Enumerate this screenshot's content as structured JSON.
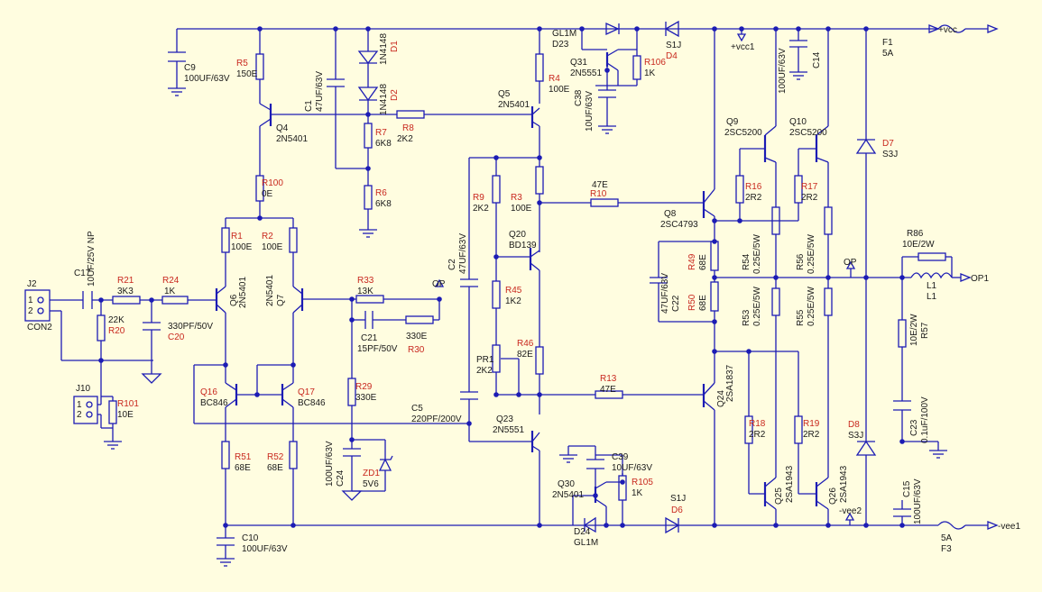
{
  "labels": {
    "vcc": "+vcc",
    "vcc1": "+vcc1",
    "vee1": "-vee1",
    "vee2": "-vee2",
    "op": "OP",
    "op1": "OP1",
    "J2": "J2",
    "CON2": "CON2",
    "J10": "J10",
    "pin1": "1",
    "pin2": "2",
    "C17": "C17",
    "C17v": "10UF/25V NP",
    "R21": "R21",
    "R21v": "3K3",
    "R24": "R24",
    "R24v": "1K",
    "R20": "R20",
    "R20v": "22K",
    "C20": "C20",
    "C20v": "330PF/50V",
    "R101": "R101",
    "R101v": "10E",
    "C9": "C9",
    "C9v": "100UF/63V",
    "R5": "R5",
    "R5v": "150E",
    "C1": "C1",
    "C1v": "47UF/63V",
    "D1": "D1",
    "D1v": "1N4148",
    "D2": "D2",
    "D2v": "1N4148",
    "R8": "R8",
    "R8v": "2K2",
    "R7": "R7",
    "R7v": "6K8",
    "R6": "R6",
    "R6v": "6K8",
    "Q4": "Q4",
    "Q4v": "2N5401",
    "R100": "R100",
    "R100v": "0E",
    "R1": "R1",
    "R1v": "100E",
    "R2": "R2",
    "R2v": "100E",
    "Q6": "Q6",
    "Q6v": "2N5401",
    "Q7": "Q7",
    "Q7v": "2N5401",
    "R33": "R33",
    "R33v": "13K",
    "C21": "C21",
    "C21v": "15PF/50V",
    "R30": "R30",
    "R30v": "330E",
    "Q16": "Q16",
    "Q16v": "BC846",
    "Q17": "Q17",
    "Q17v": "BC846",
    "R29": "R29",
    "R29v": "330E",
    "C5": "C5",
    "C5v": "220PF/200V",
    "C24": "C24",
    "C24v": "100UF/63V",
    "ZD1": "ZD1",
    "ZD1v": "5V6",
    "R51": "R51",
    "R51v": "68E",
    "R52": "R52",
    "R52v": "68E",
    "C10": "C10",
    "C10v": "100UF/63V",
    "GL1M_top": "GL1M",
    "D23": "D23",
    "R4": "R4",
    "R4v": "100E",
    "Q5": "Q5",
    "Q5v": "2N5401",
    "Q31": "Q31",
    "Q31v": "2N5551",
    "R106": "R106",
    "R106v": "1K",
    "C38": "C38",
    "C38v": "10UF/63V",
    "S1J_top": "S1J",
    "D4": "D4",
    "R9": "R9",
    "R9v": "2K2",
    "R3": "R3",
    "R3v": "100E",
    "R10": "R10",
    "R10v": "47E",
    "Q20": "Q20",
    "Q20v": "BD139",
    "C2": "C2",
    "C2v": "47UF/63V",
    "R45": "R45",
    "R45v": "1K2",
    "PR1": "PR1",
    "PR1v": "2K2",
    "R46": "R46",
    "R46v": "82E",
    "R13": "R13",
    "R13v": "47E",
    "Q23": "Q23",
    "Q23v": "2N5551",
    "C39": "C39",
    "C39v": "10UF/63V",
    "Q30": "Q30",
    "Q30v": "2N5401",
    "R105": "R105",
    "R105v": "1K",
    "D24": "D24",
    "GL1M_bot": "GL1M",
    "S1J_bot": "S1J",
    "D6": "D6",
    "Q8": "Q8",
    "Q8v": "2SC4793",
    "C22": "C22",
    "C22v": "47UF/63V",
    "R49": "R49",
    "R49v": "68E",
    "R50": "R50",
    "R50v": "68E",
    "Q24": "Q24",
    "Q24v": "2SA1837",
    "Q9": "Q9",
    "Q9v": "2SC5200",
    "Q10": "Q10",
    "Q10v": "2SC5200",
    "R16": "R16",
    "R16v": "2R2",
    "R17": "R17",
    "R17v": "2R2",
    "R54": "R54",
    "R54v": "0.25E/5W",
    "R56": "R56",
    "R56v": "0.25E/5W",
    "R53": "R53",
    "R53v": "0.25E/5W",
    "R55": "R55",
    "R55v": "0.25E/5W",
    "R18": "R18",
    "R18v": "2R2",
    "R19": "R19",
    "R19v": "2R2",
    "Q25": "Q25",
    "Q25v": "2SA1943",
    "Q26": "Q26",
    "Q26v": "2SA1943",
    "C14": "C14",
    "C14v": "100UF/63V",
    "D7": "D7",
    "D7v": "S3J",
    "D8": "D8",
    "D8v": "S3J",
    "F1": "F1",
    "F1v": "5A",
    "F3": "F3",
    "F3v": "5A",
    "R86": "R86",
    "R86v": "10E/2W",
    "L1": "L1",
    "L1v": "L1",
    "R57": "R57",
    "R57v": "10E/2W",
    "C23": "C23",
    "C23v": "0.1uF/100V",
    "C15": "C15",
    "C15v": "100UF/63V"
  }
}
